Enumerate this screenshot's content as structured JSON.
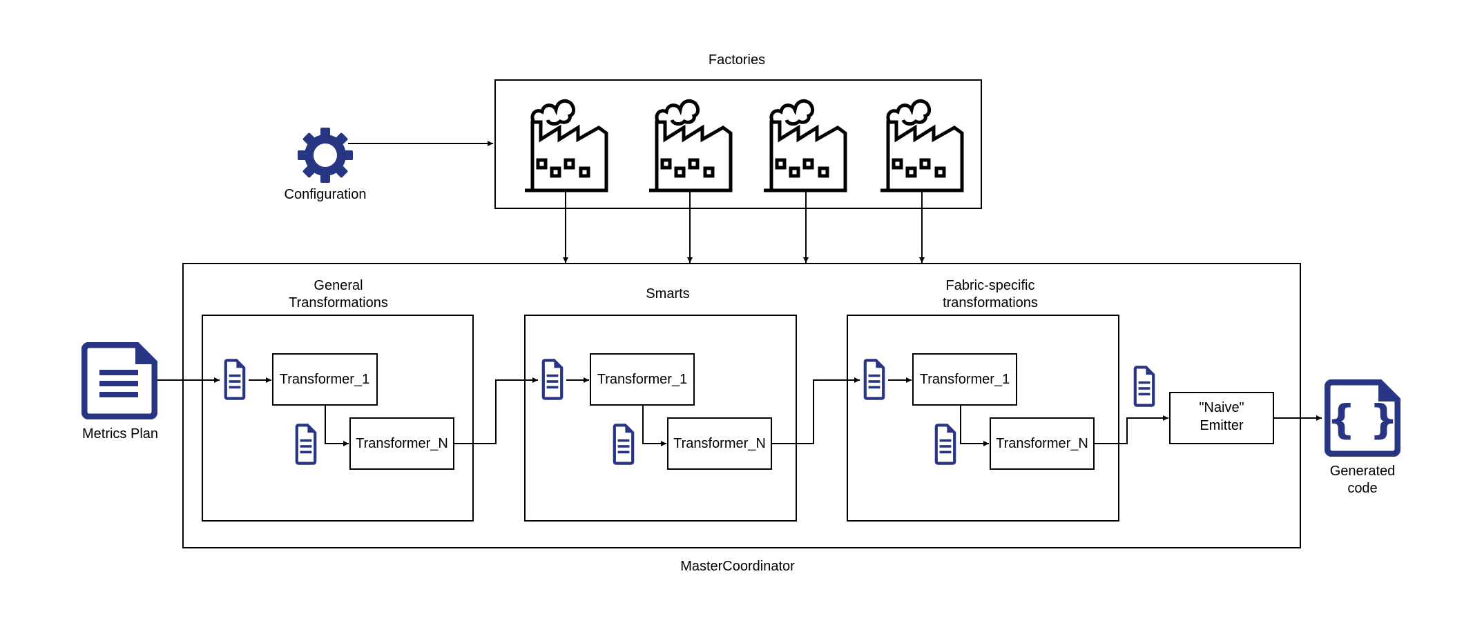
{
  "factories": {
    "title": "Factories",
    "count": 4
  },
  "configuration": {
    "label": "Configuration"
  },
  "metrics_plan": {
    "label": "Metrics Plan"
  },
  "master": {
    "label": "MasterCoordinator"
  },
  "stages": [
    {
      "title_lines": [
        "General",
        "Transformations"
      ],
      "first": "Transformer_1",
      "last": "Transformer_N"
    },
    {
      "title_lines": [
        "Smarts"
      ],
      "first": "Transformer_1",
      "last": "Transformer_N"
    },
    {
      "title_lines": [
        "Fabric-specific",
        "transformations"
      ],
      "first": "Transformer_1",
      "last": "Transformer_N"
    }
  ],
  "emitter": {
    "lines": [
      "\"Naive\"",
      "Emitter"
    ]
  },
  "generated": {
    "lines": [
      "Generated",
      "code"
    ]
  },
  "colors": {
    "icon": "#283583",
    "line": "#000000",
    "background": "#ffffff"
  },
  "icons": [
    "factory-icon",
    "gear-icon",
    "document-icon",
    "code-file-icon"
  ]
}
